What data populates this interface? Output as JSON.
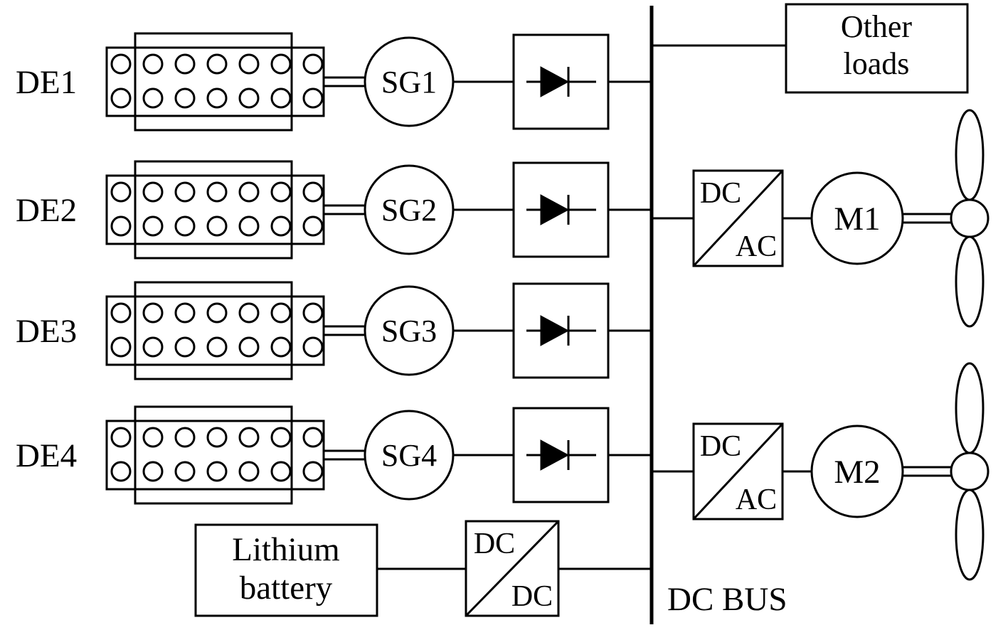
{
  "diagram": {
    "colors": {
      "stroke": "#000000",
      "background": "#ffffff"
    },
    "engines": [
      {
        "label": "DE1",
        "generator": "SG1"
      },
      {
        "label": "DE2",
        "generator": "SG2"
      },
      {
        "label": "DE3",
        "generator": "SG3"
      },
      {
        "label": "DE4",
        "generator": "SG4"
      }
    ],
    "bus": {
      "label": "DC BUS"
    },
    "other_loads": {
      "line1": "Other",
      "line2": "loads"
    },
    "battery": {
      "line1": "Lithium",
      "line2": "battery"
    },
    "converters": {
      "dc_ac": {
        "top": "DC",
        "bottom": "AC"
      },
      "dc_dc": {
        "top": "DC",
        "bottom": "DC"
      }
    },
    "motors": [
      {
        "label": "M1"
      },
      {
        "label": "M2"
      }
    ]
  }
}
